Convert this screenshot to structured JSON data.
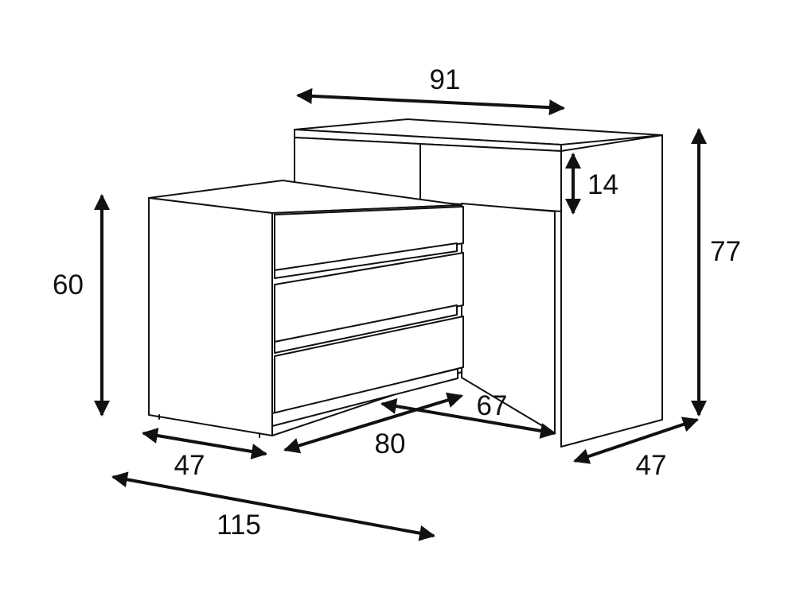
{
  "dimensions": {
    "top_width": "91",
    "drawer_height": "14",
    "desk_height": "77",
    "cabinet_height": "60",
    "cabinet_side_depth": "47",
    "desk_depth": "47",
    "cabinet_front_width": "80",
    "leg_gap_width": "67",
    "total_width": "115"
  },
  "colors": {
    "stroke": "#111111",
    "background": "#ffffff"
  }
}
